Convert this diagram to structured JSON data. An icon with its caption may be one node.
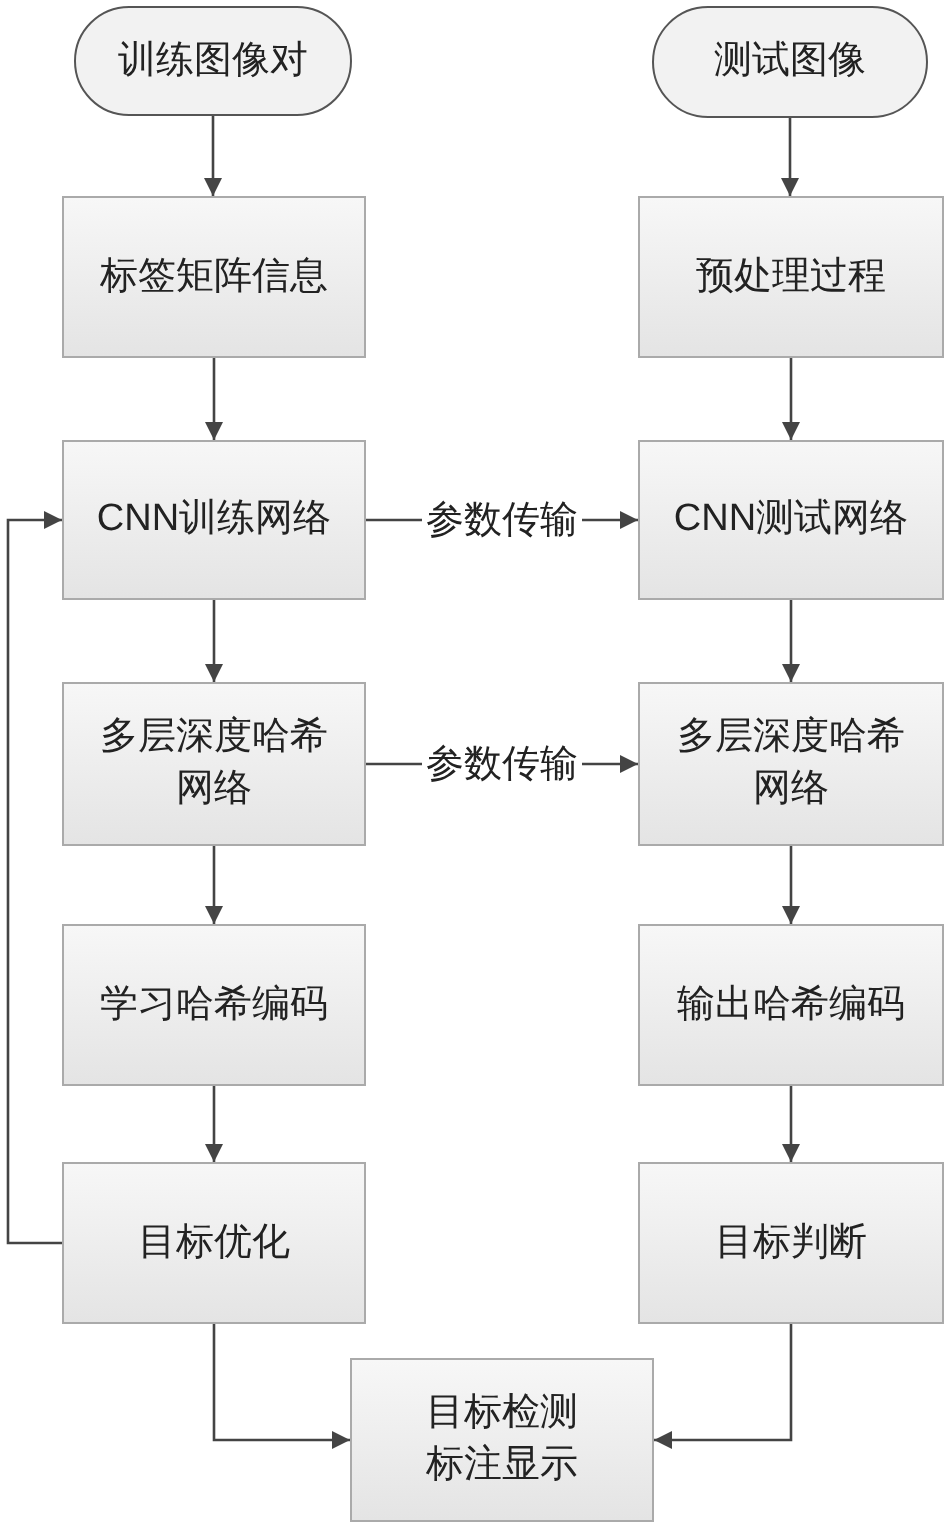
{
  "diagram": {
    "nodes": [
      {
        "text": [
          "训练图像对"
        ]
      },
      {
        "text": [
          "测试图像"
        ]
      },
      {
        "text": [
          "标签矩阵信息"
        ]
      },
      {
        "text": [
          "预处理过程"
        ]
      },
      {
        "text": [
          "CNN训练网络"
        ]
      },
      {
        "text": [
          "CNN测试网络"
        ]
      },
      {
        "text": [
          "多层深度哈希网络"
        ]
      },
      {
        "text": [
          "多层深度哈希网络"
        ]
      },
      {
        "text": [
          "学习哈希编码"
        ]
      },
      {
        "text": [
          "输出哈希编码"
        ]
      },
      {
        "text": [
          "目标优化"
        ]
      },
      {
        "text": [
          "目标判断"
        ]
      },
      {
        "text": [
          "目标检测标注显示"
        ]
      }
    ],
    "edges": [
      {
        "from": 0,
        "to": 2,
        "arrow": "to"
      },
      {
        "from": 2,
        "to": 4,
        "arrow": "to"
      },
      {
        "from": 4,
        "to": 6,
        "arrow": "to"
      },
      {
        "from": 6,
        "to": 8,
        "arrow": "to"
      },
      {
        "from": 8,
        "to": 10,
        "arrow": "to"
      },
      {
        "from": 10,
        "to": 4,
        "arrow": "to"
      },
      {
        "from": 1,
        "to": 3,
        "arrow": "to"
      },
      {
        "from": 3,
        "to": 5,
        "arrow": "to"
      },
      {
        "from": 5,
        "to": 7,
        "arrow": "to"
      },
      {
        "from": 7,
        "to": 9,
        "arrow": "to"
      },
      {
        "from": 9,
        "to": 11,
        "arrow": "to"
      },
      {
        "from": 4,
        "to": 5,
        "arrow": "to",
        "label": "参数传输"
      },
      {
        "from": 6,
        "to": 7,
        "arrow": "to",
        "label": "参数传输"
      },
      {
        "from": 10,
        "to": 12,
        "arrow": "to"
      },
      {
        "from": 11,
        "to": 12,
        "arrow": "to"
      }
    ]
  }
}
